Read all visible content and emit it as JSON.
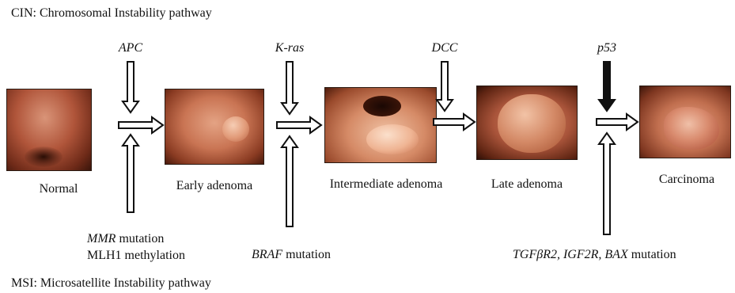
{
  "pathways": {
    "cin_title": "CIN: Chromosomal Instability pathway",
    "msi_title": "MSI: Microsatellite Instability pathway"
  },
  "stages": [
    {
      "label": "Normal"
    },
    {
      "label": "Early adenoma"
    },
    {
      "label": "Intermediate adenoma"
    },
    {
      "label": "Late adenoma"
    },
    {
      "label": "Carcinoma"
    }
  ],
  "cin_genes": [
    "APC",
    "K-ras",
    "DCC",
    "p53"
  ],
  "msi_events": {
    "mmr_gene": "MMR",
    "mmr_suffix": " mutation",
    "mlh1": "MLH1 methylation",
    "braf_gene": "BRAF",
    "braf_suffix": " mutation",
    "tgf_genes": "TGFβR2, IGF2R, BAX",
    "tgf_suffix": " mutation"
  },
  "colors": {
    "text": "#111111",
    "arrow_outline": "#111111",
    "arrow_fill": "#ffffff",
    "tissue_dark": "#4a1c10",
    "tissue_mid": "#b86a4a",
    "tissue_light": "#e8b79c"
  }
}
